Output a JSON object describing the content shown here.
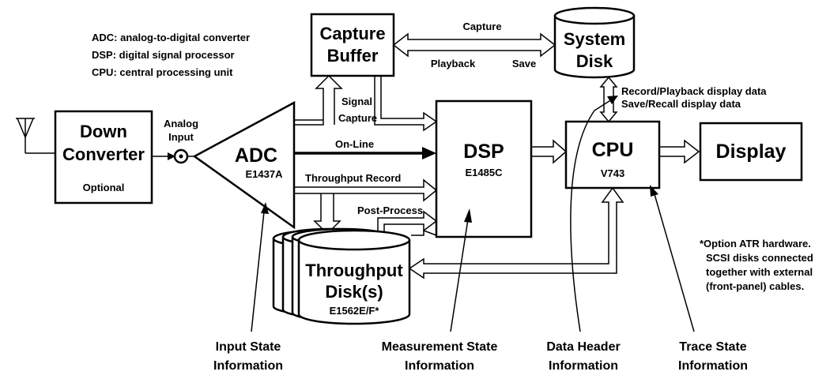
{
  "legend": {
    "adc": "ADC: analog-to-digital converter",
    "dsp": "DSP: digital signal processor",
    "cpu": "CPU: central processing unit"
  },
  "blocks": {
    "down_converter": {
      "line1": "Down",
      "line2": "Converter",
      "sub": "Optional"
    },
    "adc": {
      "title": "ADC",
      "model": "E1437A"
    },
    "capture_buffer": {
      "line1": "Capture",
      "line2": "Buffer"
    },
    "system_disk": {
      "line1": "System",
      "line2": "Disk"
    },
    "dsp": {
      "title": "DSP",
      "model": "E1485C"
    },
    "cpu": {
      "title": "CPU",
      "model": "V743"
    },
    "display": {
      "title": "Display"
    },
    "throughput_disk": {
      "line1": "Throughput",
      "line2": "Disk(s)",
      "model": "E1562E/F*"
    }
  },
  "signals": {
    "analog_input_1": "Analog",
    "analog_input_2": "Input",
    "signal_capture_1": "Signal",
    "signal_capture_2": "Capture",
    "capture": "Capture",
    "playback": "Playback",
    "save": "Save",
    "online": "On-Line",
    "throughput_record": "Throughput Record",
    "post_process": "Post-Process",
    "record_playback": "Record/Playback display data",
    "save_recall": "Save/Recall display data"
  },
  "note": {
    "line1": "*Option ATR hardware.",
    "line2": "SCSI disks connected",
    "line3": "together with external",
    "line4": "(front-panel) cables."
  },
  "state_labels": {
    "input_1": "Input State",
    "input_2": "Information",
    "measurement_1": "Measurement State",
    "measurement_2": "Information",
    "header_1": "Data Header",
    "header_2": "Information",
    "trace_1": "Trace State",
    "trace_2": "Information"
  }
}
